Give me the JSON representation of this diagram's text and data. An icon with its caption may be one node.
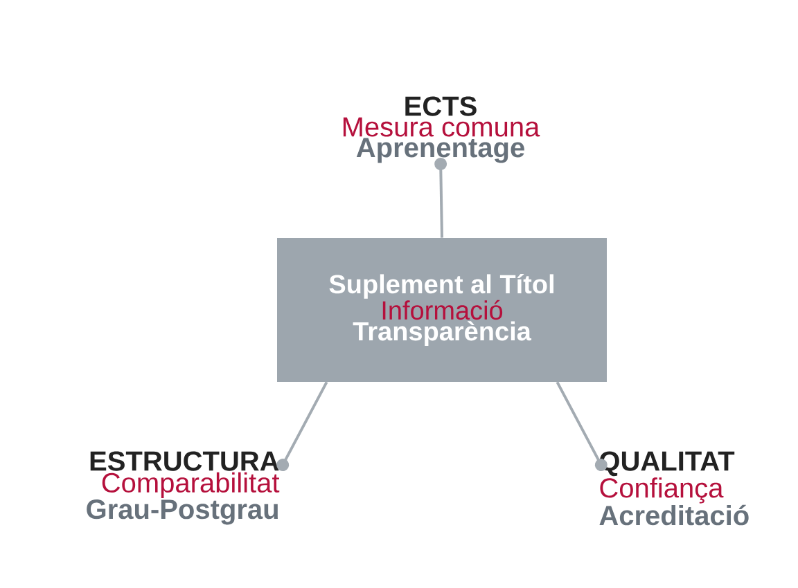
{
  "diagram": {
    "nodes": [
      {
        "text": [
          "ECTS",
          "Mesura comuna",
          "Aprenentage"
        ]
      },
      {
        "text": [
          "Suplement al Títol",
          "Informació",
          "Transparència"
        ]
      },
      {
        "text": [
          "ESTRUCTURA",
          "Comparabilitat",
          "Grau-Postgrau"
        ]
      },
      {
        "text": [
          "QUALITAT",
          "Confiança",
          "Acreditació"
        ]
      }
    ],
    "edges": [
      {
        "from": 1,
        "to": 0,
        "arrow": "other"
      },
      {
        "from": 1,
        "to": 2,
        "arrow": "other"
      },
      {
        "from": 1,
        "to": 3,
        "arrow": "other"
      }
    ]
  }
}
